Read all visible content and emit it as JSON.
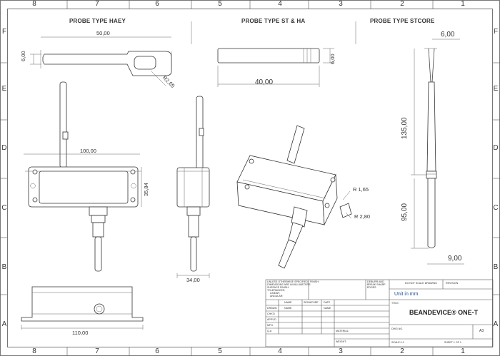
{
  "drawing": {
    "col_labels": [
      "8",
      "7",
      "6",
      "5",
      "4",
      "3",
      "2",
      "1"
    ],
    "row_labels": [
      "F",
      "E",
      "D",
      "C",
      "B",
      "A"
    ],
    "views": {
      "probe_haey": {
        "heading": "PROBE TYPE HAEY",
        "dim_length": "50,00",
        "dim_height": "6,00",
        "dim_radius": "R2,65"
      },
      "probe_st_ha": {
        "heading": "PROBE TYPE ST & HA",
        "dim_length": "40,00",
        "dim_diameter": "6,00"
      },
      "probe_stcore": {
        "heading": "PROBE TYPE STCORE",
        "dim_top": "6,00",
        "dim_135": "135,00",
        "dim_95": "95,00",
        "dim_bottom": "9,00"
      },
      "front": {
        "dim_width": "100,00",
        "dim_height": "35,84"
      },
      "side": {
        "dim_width": "34,00"
      },
      "iso": {
        "dim_r1": "R 1,65",
        "dim_r2": "R 2,80"
      },
      "bottom": {
        "dim_width": "110,00"
      }
    },
    "title_block": {
      "notes": [
        "UNLESS OTHERWISE SPECIFIED:",
        "DIMENSIONS ARE IN MILLIMETERS",
        "SURFACE FINISH:",
        "TOLERANCES:",
        "LINEAR:",
        "ANGULAR:"
      ],
      "finish": "FINISH:",
      "deburr": [
        "DEBURR AND",
        "BREAK SHARP",
        "EDGES"
      ],
      "do_not_scale": "DO NOT SCALE DRAWING",
      "revision": "REVISION",
      "unit": "Unit in mm",
      "title_label": "TITLE:",
      "title": "BEANDEVICE® ONE-T",
      "col_name": "NAME",
      "col_signature": "SIGNATURE",
      "col_date": "DATE",
      "rows": [
        "DRAWN",
        "CHK'D",
        "APPV'D",
        "MFG",
        "Q.A"
      ],
      "material": "MATERIAL:",
      "weight": "WEIGHT:",
      "dwg_no": "DWG NO.",
      "size": "A3",
      "scale": "SCALE:1:1",
      "sheet": "SHEET 1 OF 1"
    }
  }
}
